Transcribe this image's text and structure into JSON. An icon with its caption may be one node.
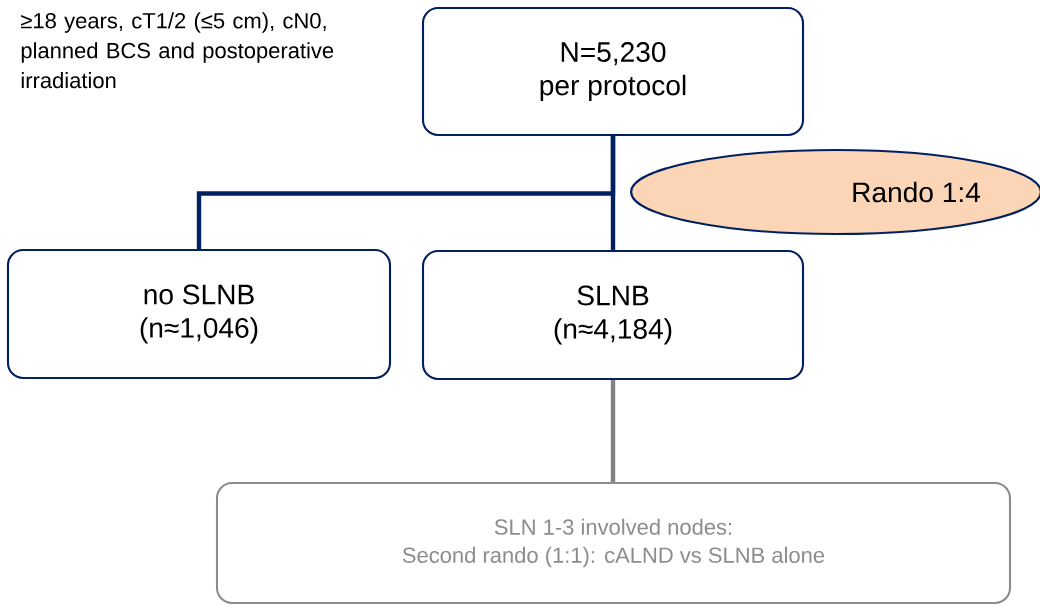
{
  "diagram": {
    "nodes": [
      {
        "text": [
          "N=5,230",
          "per protocol"
        ]
      },
      {
        "text": [
          "no SLNB",
          "(n≈1,046)"
        ]
      },
      {
        "text": [
          "SLNB",
          "(n≈4,184)"
        ]
      },
      {
        "text": [
          "Rando 1:4"
        ]
      },
      {
        "text": [
          "SLN 1-3 involved nodes:",
          "Second rando (1:1): cALND vs SLNB alone"
        ]
      }
    ],
    "edges": [
      {
        "from": 0,
        "to": 1,
        "arrow": "none"
      },
      {
        "from": 0,
        "to": 2,
        "arrow": "none"
      },
      {
        "from": 2,
        "to": 4,
        "arrow": "none",
        "color": "#808080"
      }
    ],
    "labels": [
      "≥18 years, cT1/2 (≤5 cm), cN0, planned BCS and postoperative irradiation"
    ]
  }
}
